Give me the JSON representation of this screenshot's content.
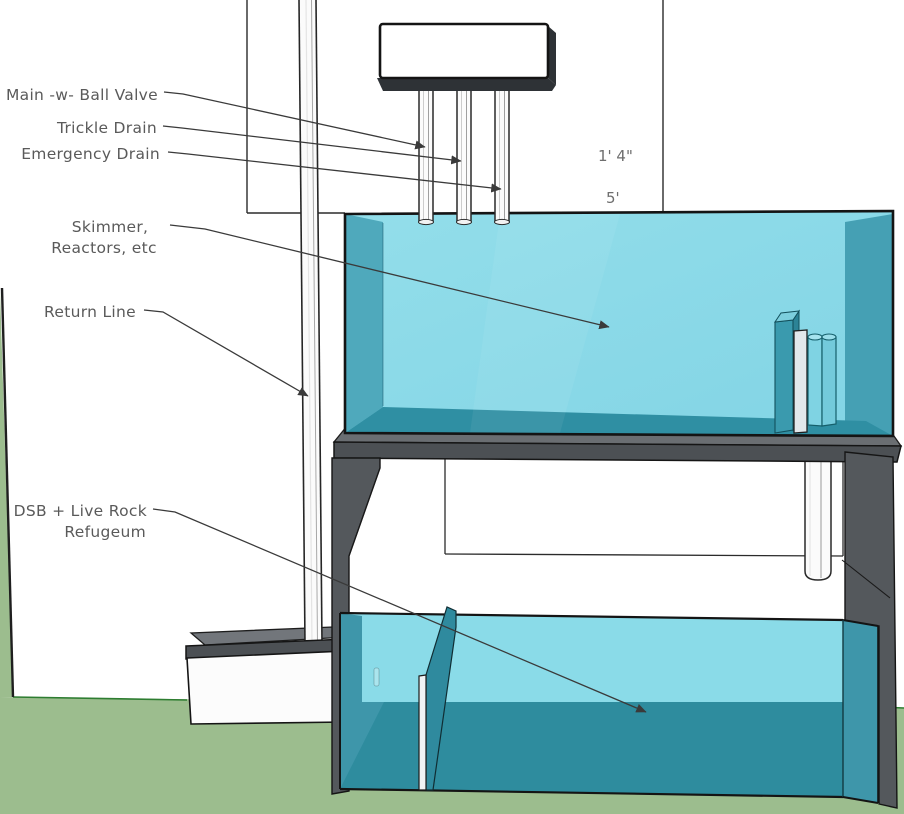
{
  "diagram": {
    "title_context": "aquarium sump plumbing diagram",
    "labels": {
      "main_valve": "Main -w- Ball Valve",
      "trickle_drain": "Trickle Drain",
      "emergency_drain": "Emergency Drain",
      "skimmer_line1": "Skimmer,",
      "skimmer_line2": "Reactors, etc",
      "return_line": "Return Line",
      "dsb_line1": "DSB + Live Rock",
      "dsb_line2": "Refugeum"
    },
    "dimensions": {
      "tank_height": "1' 4\"",
      "tank_width": "5'"
    },
    "colors": {
      "water_light": "#8BDAE9",
      "water_side": "#4FA9BC",
      "water_floor": "#2F8FA3",
      "lower_back": "#8ADBE8",
      "lower_floor": "#2E8C9E",
      "lower_side": "#3E96AA",
      "baffle": "#3A9AAE",
      "baffle_top": "#7CCEDD",
      "standpipe_a": "#7FD3E3",
      "standpipe_b": "#73CADB",
      "stand_front": "#54585C",
      "stand_dark": "#4C5054",
      "stand_top": "#6A6E72",
      "floor_green": "#9CBD8E",
      "floor_edge": "#2E7D31",
      "pipe_white": "#FBFBFB",
      "outline": "#161616",
      "leader": "#3A3A3A",
      "label_text": "#5A5A5A",
      "dim_text": "#6E6E6E"
    }
  }
}
